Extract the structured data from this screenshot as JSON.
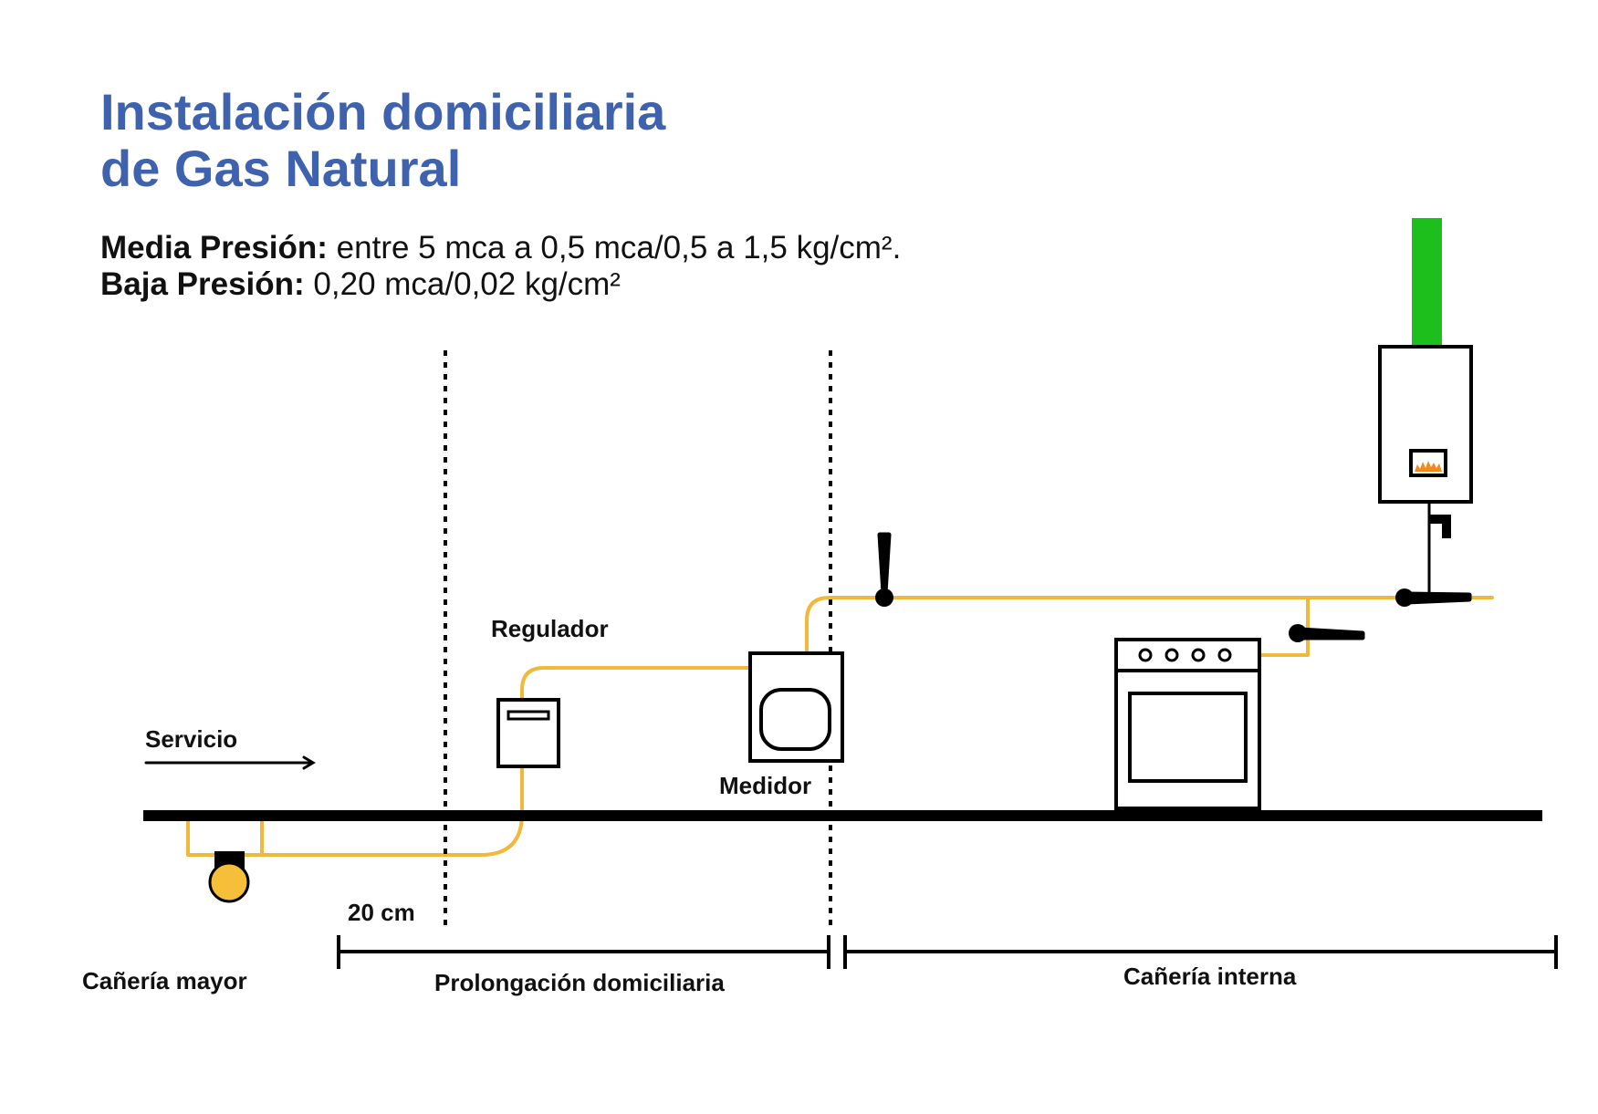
{
  "title": {
    "line1": "Instalación domiciliaria",
    "line2": "de Gas Natural"
  },
  "pressure": {
    "medium_label": "Media Presión:",
    "medium_value": " entre 5 mca a 0,5 mca/0,5 a 1,5 kg/cm².",
    "low_label": "Baja Presión:",
    "low_value": " 0,20 mca/0,02 kg/cm²"
  },
  "labels": {
    "servicio": "Servicio",
    "regulador": "Regulador",
    "medidor": "Medidor",
    "distance": "20 cm",
    "main_pipe": "Cañería mayor",
    "extension": "Prolongación domiciliaria",
    "internal": "Cañería interna"
  },
  "colors": {
    "title": "#3e62ad",
    "gas_pipe": "#f0b93a",
    "ground": "#000000",
    "chimney": "#1cbf1c",
    "main_pipe_fill": "#f5bf3a",
    "flame": "#f08a1c"
  }
}
